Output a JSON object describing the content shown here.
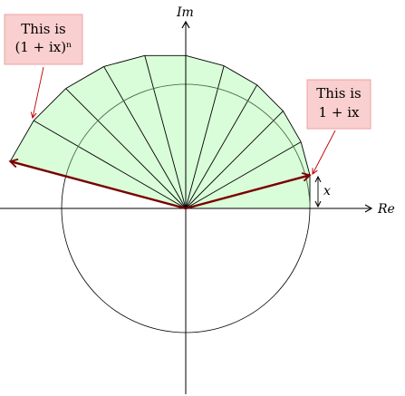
{
  "diagram": {
    "axes": {
      "real_label": "Re",
      "imag_label": "Im"
    },
    "x_label": "x",
    "annotations": {
      "power": {
        "line1": "This is",
        "line2": "(1 + ix)ⁿ"
      },
      "base": {
        "line1": "This is",
        "line2": "1 + ix"
      }
    },
    "math": {
      "steps": 11,
      "base_angle_deg": 15
    },
    "colors": {
      "fan_fill": "#d9fdd9",
      "fan_stroke": "#000000",
      "arrow": "#7a0000",
      "callout_fill": "#f9cfcf",
      "callout_stroke": "#f0a0a0",
      "callout_arrow": "#c00000"
    }
  }
}
